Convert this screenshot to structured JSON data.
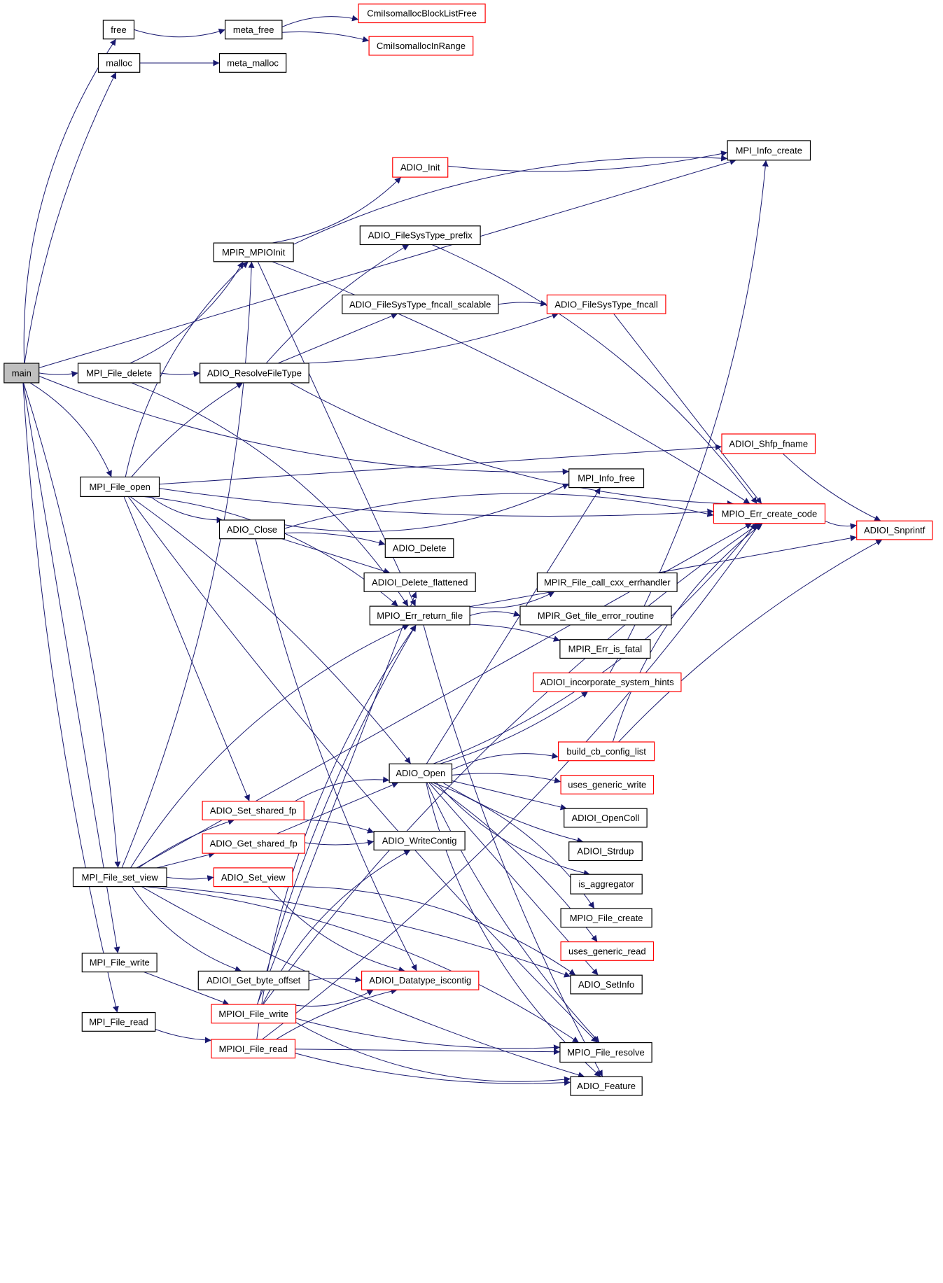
{
  "diagram": {
    "type": "call-graph",
    "root": "main",
    "colors": {
      "edge": "#191970",
      "normal_border": "#000000",
      "truncated_border": "#ff0000",
      "root_fill": "#bfbfbf",
      "node_fill": "#ffffff"
    },
    "nodes": [
      {
        "id": "main",
        "label": "main",
        "style": "root"
      },
      {
        "id": "free",
        "label": "free",
        "style": "normal"
      },
      {
        "id": "malloc",
        "label": "malloc",
        "style": "normal"
      },
      {
        "id": "meta_free",
        "label": "meta_free",
        "style": "normal"
      },
      {
        "id": "meta_malloc",
        "label": "meta_malloc",
        "style": "normal"
      },
      {
        "id": "CmiIsomallocBlockListFree",
        "label": "CmiIsomallocBlockListFree",
        "style": "truncated"
      },
      {
        "id": "CmiIsomallocInRange",
        "label": "CmiIsomallocInRange",
        "style": "truncated"
      },
      {
        "id": "MPI_Info_create",
        "label": "MPI_Info_create",
        "style": "normal"
      },
      {
        "id": "ADIO_Init",
        "label": "ADIO_Init",
        "style": "truncated"
      },
      {
        "id": "MPIR_MPIOInit",
        "label": "MPIR_MPIOInit",
        "style": "normal"
      },
      {
        "id": "ADIO_FileSysType_prefix",
        "label": "ADIO_FileSysType_prefix",
        "style": "normal"
      },
      {
        "id": "ADIO_FileSysType_fncall_scalable",
        "label": "ADIO_FileSysType_fncall_scalable",
        "style": "normal"
      },
      {
        "id": "ADIO_FileSysType_fncall",
        "label": "ADIO_FileSysType_fncall",
        "style": "truncated"
      },
      {
        "id": "MPI_File_delete",
        "label": "MPI_File_delete",
        "style": "normal"
      },
      {
        "id": "ADIO_ResolveFileType",
        "label": "ADIO_ResolveFileType",
        "style": "normal"
      },
      {
        "id": "ADIOI_Shfp_fname",
        "label": "ADIOI_Shfp_fname",
        "style": "truncated"
      },
      {
        "id": "MPI_File_open",
        "label": "MPI_File_open",
        "style": "normal"
      },
      {
        "id": "MPI_Info_free",
        "label": "MPI_Info_free",
        "style": "normal"
      },
      {
        "id": "MPIO_Err_create_code",
        "label": "MPIO_Err_create_code",
        "style": "truncated"
      },
      {
        "id": "ADIOI_Snprintf",
        "label": "ADIOI_Snprintf",
        "style": "truncated"
      },
      {
        "id": "ADIO_Close",
        "label": "ADIO_Close",
        "style": "normal"
      },
      {
        "id": "ADIO_Delete",
        "label": "ADIO_Delete",
        "style": "normal"
      },
      {
        "id": "ADIOI_Delete_flattened",
        "label": "ADIOI_Delete_flattened",
        "style": "normal"
      },
      {
        "id": "MPIR_File_call_cxx_errhandler",
        "label": "MPIR_File_call_cxx_errhandler",
        "style": "normal"
      },
      {
        "id": "MPIO_Err_return_file",
        "label": "MPIO_Err_return_file",
        "style": "normal"
      },
      {
        "id": "MPIR_Get_file_error_routine",
        "label": "MPIR_Get_file_error_routine",
        "style": "normal"
      },
      {
        "id": "MPIR_Err_is_fatal",
        "label": "MPIR_Err_is_fatal",
        "style": "normal"
      },
      {
        "id": "ADIOI_incorporate_system_hints",
        "label": "ADIOI_incorporate_system_hints",
        "style": "truncated"
      },
      {
        "id": "build_cb_config_list",
        "label": "build_cb_config_list",
        "style": "truncated"
      },
      {
        "id": "ADIO_Open",
        "label": "ADIO_Open",
        "style": "normal"
      },
      {
        "id": "uses_generic_write",
        "label": "uses_generic_write",
        "style": "truncated"
      },
      {
        "id": "ADIOI_OpenColl",
        "label": "ADIOI_OpenColl",
        "style": "normal"
      },
      {
        "id": "ADIO_Set_shared_fp",
        "label": "ADIO_Set_shared_fp",
        "style": "truncated"
      },
      {
        "id": "ADIOI_Strdup",
        "label": "ADIOI_Strdup",
        "style": "normal"
      },
      {
        "id": "ADIO_Get_shared_fp",
        "label": "ADIO_Get_shared_fp",
        "style": "truncated"
      },
      {
        "id": "ADIO_WriteContig",
        "label": "ADIO_WriteContig",
        "style": "normal"
      },
      {
        "id": "MPI_File_set_view",
        "label": "MPI_File_set_view",
        "style": "normal"
      },
      {
        "id": "ADIO_Set_view",
        "label": "ADIO_Set_view",
        "style": "truncated"
      },
      {
        "id": "is_aggregator",
        "label": "is_aggregator",
        "style": "normal"
      },
      {
        "id": "MPIO_File_create",
        "label": "MPIO_File_create",
        "style": "normal"
      },
      {
        "id": "uses_generic_read",
        "label": "uses_generic_read",
        "style": "truncated"
      },
      {
        "id": "MPI_File_write",
        "label": "MPI_File_write",
        "style": "normal"
      },
      {
        "id": "ADIOI_Get_byte_offset",
        "label": "ADIOI_Get_byte_offset",
        "style": "normal"
      },
      {
        "id": "ADIOI_Datatype_iscontig",
        "label": "ADIOI_Datatype_iscontig",
        "style": "truncated"
      },
      {
        "id": "ADIO_SetInfo",
        "label": "ADIO_SetInfo",
        "style": "normal"
      },
      {
        "id": "MPIOI_File_write",
        "label": "MPIOI_File_write",
        "style": "truncated"
      },
      {
        "id": "MPI_File_read",
        "label": "MPI_File_read",
        "style": "normal"
      },
      {
        "id": "MPIOI_File_read",
        "label": "MPIOI_File_read",
        "style": "truncated"
      },
      {
        "id": "MPIO_File_resolve",
        "label": "MPIO_File_resolve",
        "style": "normal"
      },
      {
        "id": "ADIO_Feature",
        "label": "ADIO_Feature",
        "style": "normal"
      }
    ],
    "edges": [
      [
        "main",
        "free"
      ],
      [
        "main",
        "malloc"
      ],
      [
        "main",
        "MPI_Info_create"
      ],
      [
        "main",
        "MPI_File_delete"
      ],
      [
        "main",
        "MPI_Info_free"
      ],
      [
        "main",
        "MPI_File_open"
      ],
      [
        "main",
        "MPI_File_set_view"
      ],
      [
        "main",
        "MPI_File_write"
      ],
      [
        "main",
        "MPI_File_read"
      ],
      [
        "free",
        "meta_free"
      ],
      [
        "meta_free",
        "CmiIsomallocBlockListFree"
      ],
      [
        "meta_free",
        "CmiIsomallocInRange"
      ],
      [
        "malloc",
        "meta_malloc"
      ],
      [
        "ADIO_Init",
        "MPI_Info_create"
      ],
      [
        "MPIR_MPIOInit",
        "ADIO_Init"
      ],
      [
        "MPIR_MPIOInit",
        "MPI_Info_create"
      ],
      [
        "MPIR_MPIOInit",
        "MPIO_Err_create_code"
      ],
      [
        "MPIR_MPIOInit",
        "MPIO_Err_return_file"
      ],
      [
        "MPI_File_delete",
        "ADIO_ResolveFileType"
      ],
      [
        "MPI_File_delete",
        "MPIR_MPIOInit"
      ],
      [
        "MPI_File_delete",
        "MPIO_Err_return_file"
      ],
      [
        "ADIO_ResolveFileType",
        "ADIO_FileSysType_prefix"
      ],
      [
        "ADIO_ResolveFileType",
        "ADIO_FileSysType_fncall_scalable"
      ],
      [
        "ADIO_ResolveFileType",
        "ADIO_FileSysType_fncall"
      ],
      [
        "ADIO_ResolveFileType",
        "MPIO_Err_create_code"
      ],
      [
        "ADIO_FileSysType_prefix",
        "MPIO_Err_create_code"
      ],
      [
        "ADIO_FileSysType_fncall_scalable",
        "ADIO_FileSysType_fncall"
      ],
      [
        "ADIO_FileSysType_fncall",
        "MPIO_Err_create_code"
      ],
      [
        "ADIOI_Shfp_fname",
        "ADIOI_Snprintf"
      ],
      [
        "MPIO_Err_create_code",
        "ADIOI_Snprintf"
      ],
      [
        "MPI_File_open",
        "MPIR_MPIOInit"
      ],
      [
        "MPI_File_open",
        "ADIO_ResolveFileType"
      ],
      [
        "MPI_File_open",
        "ADIOI_Shfp_fname"
      ],
      [
        "MPI_File_open",
        "MPIO_Err_create_code"
      ],
      [
        "MPI_File_open",
        "ADIO_Close"
      ],
      [
        "MPI_File_open",
        "MPIO_Err_return_file"
      ],
      [
        "MPI_File_open",
        "ADIO_Open"
      ],
      [
        "MPI_File_open",
        "ADIO_Set_shared_fp"
      ],
      [
        "MPI_File_open",
        "MPIO_File_resolve"
      ],
      [
        "ADIO_Close",
        "MPI_Info_free"
      ],
      [
        "ADIO_Close",
        "MPIO_Err_create_code"
      ],
      [
        "ADIO_Close",
        "ADIO_Delete"
      ],
      [
        "ADIO_Close",
        "ADIOI_Delete_flattened"
      ],
      [
        "ADIO_Close",
        "ADIOI_Datatype_iscontig"
      ],
      [
        "MPIO_Err_return_file",
        "MPIR_File_call_cxx_errhandler"
      ],
      [
        "MPIO_Err_return_file",
        "MPIR_Get_file_error_routine"
      ],
      [
        "MPIO_Err_return_file",
        "MPIR_Err_is_fatal"
      ],
      [
        "MPIO_Err_return_file",
        "ADIOI_Snprintf"
      ],
      [
        "MPIO_Err_return_file",
        "ADIO_Feature"
      ],
      [
        "ADIOI_incorporate_system_hints",
        "MPI_Info_create"
      ],
      [
        "build_cb_config_list",
        "MPIO_Err_create_code"
      ],
      [
        "build_cb_config_list",
        "ADIOI_Snprintf"
      ],
      [
        "ADIO_Open",
        "MPI_Info_free"
      ],
      [
        "ADIO_Open",
        "ADIOI_incorporate_system_hints"
      ],
      [
        "ADIO_Open",
        "MPIO_Err_create_code"
      ],
      [
        "ADIO_Open",
        "build_cb_config_list"
      ],
      [
        "ADIO_Open",
        "uses_generic_write"
      ],
      [
        "ADIO_Open",
        "ADIOI_OpenColl"
      ],
      [
        "ADIO_Open",
        "ADIOI_Strdup"
      ],
      [
        "ADIO_Open",
        "is_aggregator"
      ],
      [
        "ADIO_Open",
        "MPIO_File_create"
      ],
      [
        "ADIO_Open",
        "uses_generic_read"
      ],
      [
        "ADIO_Open",
        "ADIO_SetInfo"
      ],
      [
        "ADIO_Open",
        "MPIO_File_resolve"
      ],
      [
        "ADIO_Open",
        "ADIO_Feature"
      ],
      [
        "ADIO_Set_shared_fp",
        "ADIO_Open"
      ],
      [
        "ADIO_Set_shared_fp",
        "ADIO_WriteContig"
      ],
      [
        "ADIO_Get_shared_fp",
        "ADIO_Open"
      ],
      [
        "ADIO_Get_shared_fp",
        "ADIO_WriteContig"
      ],
      [
        "MPI_File_set_view",
        "MPIR_MPIOInit"
      ],
      [
        "MPI_File_set_view",
        "MPIO_Err_return_file"
      ],
      [
        "MPI_File_set_view",
        "ADIO_Set_shared_fp"
      ],
      [
        "MPI_File_set_view",
        "ADIO_Get_shared_fp"
      ],
      [
        "MPI_File_set_view",
        "ADIO_Set_view"
      ],
      [
        "MPI_File_set_view",
        "ADIOI_Get_byte_offset"
      ],
      [
        "MPI_File_set_view",
        "MPIO_File_resolve"
      ],
      [
        "MPI_File_set_view",
        "ADIO_SetInfo"
      ],
      [
        "MPI_File_set_view",
        "MPIO_Err_create_code"
      ],
      [
        "MPI_File_set_view",
        "ADIO_Feature"
      ],
      [
        "ADIO_Set_view",
        "ADIOI_Datatype_iscontig"
      ],
      [
        "ADIO_Set_view",
        "ADIO_SetInfo"
      ],
      [
        "ADIOI_Get_byte_offset",
        "ADIOI_Datatype_iscontig"
      ],
      [
        "MPI_File_write",
        "MPIOI_File_write"
      ],
      [
        "MPI_File_read",
        "MPIOI_File_read"
      ],
      [
        "MPIOI_File_write",
        "ADIOI_Datatype_iscontig"
      ],
      [
        "MPIOI_File_write",
        "ADIO_WriteContig"
      ],
      [
        "MPIOI_File_write",
        "MPIO_Err_return_file"
      ],
      [
        "MPIOI_File_write",
        "ADIOI_Delete_flattened"
      ],
      [
        "MPIOI_File_write",
        "MPIO_File_resolve"
      ],
      [
        "MPIOI_File_write",
        "ADIO_Feature"
      ],
      [
        "MPIOI_File_write",
        "MPIO_Err_create_code"
      ],
      [
        "MPIOI_File_read",
        "ADIOI_Datatype_iscontig"
      ],
      [
        "MPIOI_File_read",
        "MPIO_File_resolve"
      ],
      [
        "MPIOI_File_read",
        "ADIO_Feature"
      ],
      [
        "MPIOI_File_read",
        "MPIO_Err_create_code"
      ],
      [
        "MPIOI_File_read",
        "MPIO_Err_return_file"
      ]
    ]
  }
}
